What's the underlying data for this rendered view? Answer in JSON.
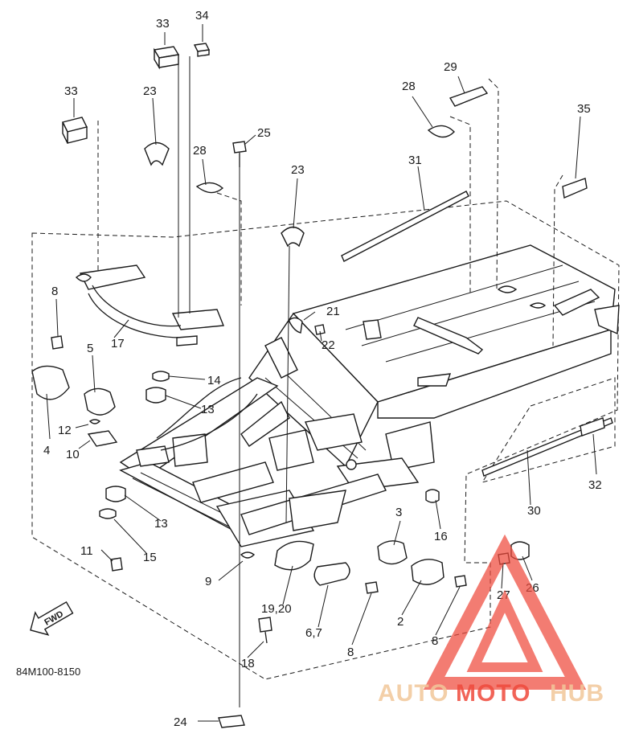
{
  "diagram": {
    "drawing_code": "84M100-8150",
    "direction_badge": "FWD",
    "callouts": [
      {
        "id": "c33a",
        "text": "33"
      },
      {
        "id": "c34",
        "text": "34"
      },
      {
        "id": "c33b",
        "text": "33"
      },
      {
        "id": "c23a",
        "text": "23"
      },
      {
        "id": "c29",
        "text": "29"
      },
      {
        "id": "c28a",
        "text": "28"
      },
      {
        "id": "c35",
        "text": "35"
      },
      {
        "id": "c25",
        "text": "25"
      },
      {
        "id": "c28b",
        "text": "28"
      },
      {
        "id": "c31",
        "text": "31"
      },
      {
        "id": "c23b",
        "text": "23"
      },
      {
        "id": "c8a",
        "text": "8"
      },
      {
        "id": "c21",
        "text": "21"
      },
      {
        "id": "c22",
        "text": "22"
      },
      {
        "id": "c17",
        "text": "17"
      },
      {
        "id": "c5",
        "text": "5"
      },
      {
        "id": "c14",
        "text": "14"
      },
      {
        "id": "c13a",
        "text": "13"
      },
      {
        "id": "c12",
        "text": "12"
      },
      {
        "id": "c4",
        "text": "4"
      },
      {
        "id": "c10",
        "text": "10"
      },
      {
        "id": "c32",
        "text": "32"
      },
      {
        "id": "c13b",
        "text": "13"
      },
      {
        "id": "c30",
        "text": "30"
      },
      {
        "id": "c16",
        "text": "16"
      },
      {
        "id": "c3",
        "text": "3"
      },
      {
        "id": "c15",
        "text": "15"
      },
      {
        "id": "c11",
        "text": "11"
      },
      {
        "id": "c9",
        "text": "9"
      },
      {
        "id": "c27",
        "text": "27"
      },
      {
        "id": "c26",
        "text": "26"
      },
      {
        "id": "c1920",
        "text": "19,20"
      },
      {
        "id": "c2",
        "text": "2"
      },
      {
        "id": "c67",
        "text": "6,7"
      },
      {
        "id": "c8b",
        "text": "8"
      },
      {
        "id": "c8c",
        "text": "8"
      },
      {
        "id": "c18",
        "text": "18"
      },
      {
        "id": "c24",
        "text": "24"
      }
    ]
  },
  "watermark": {
    "part1": "AUTO",
    "part2": "MOTO",
    "part3": "HUB",
    "color_part1": "#f2c79a",
    "color_part2": "#ef4a3c",
    "color_part3": "#f2c79a",
    "triangle_color": "#ef4a3c"
  }
}
